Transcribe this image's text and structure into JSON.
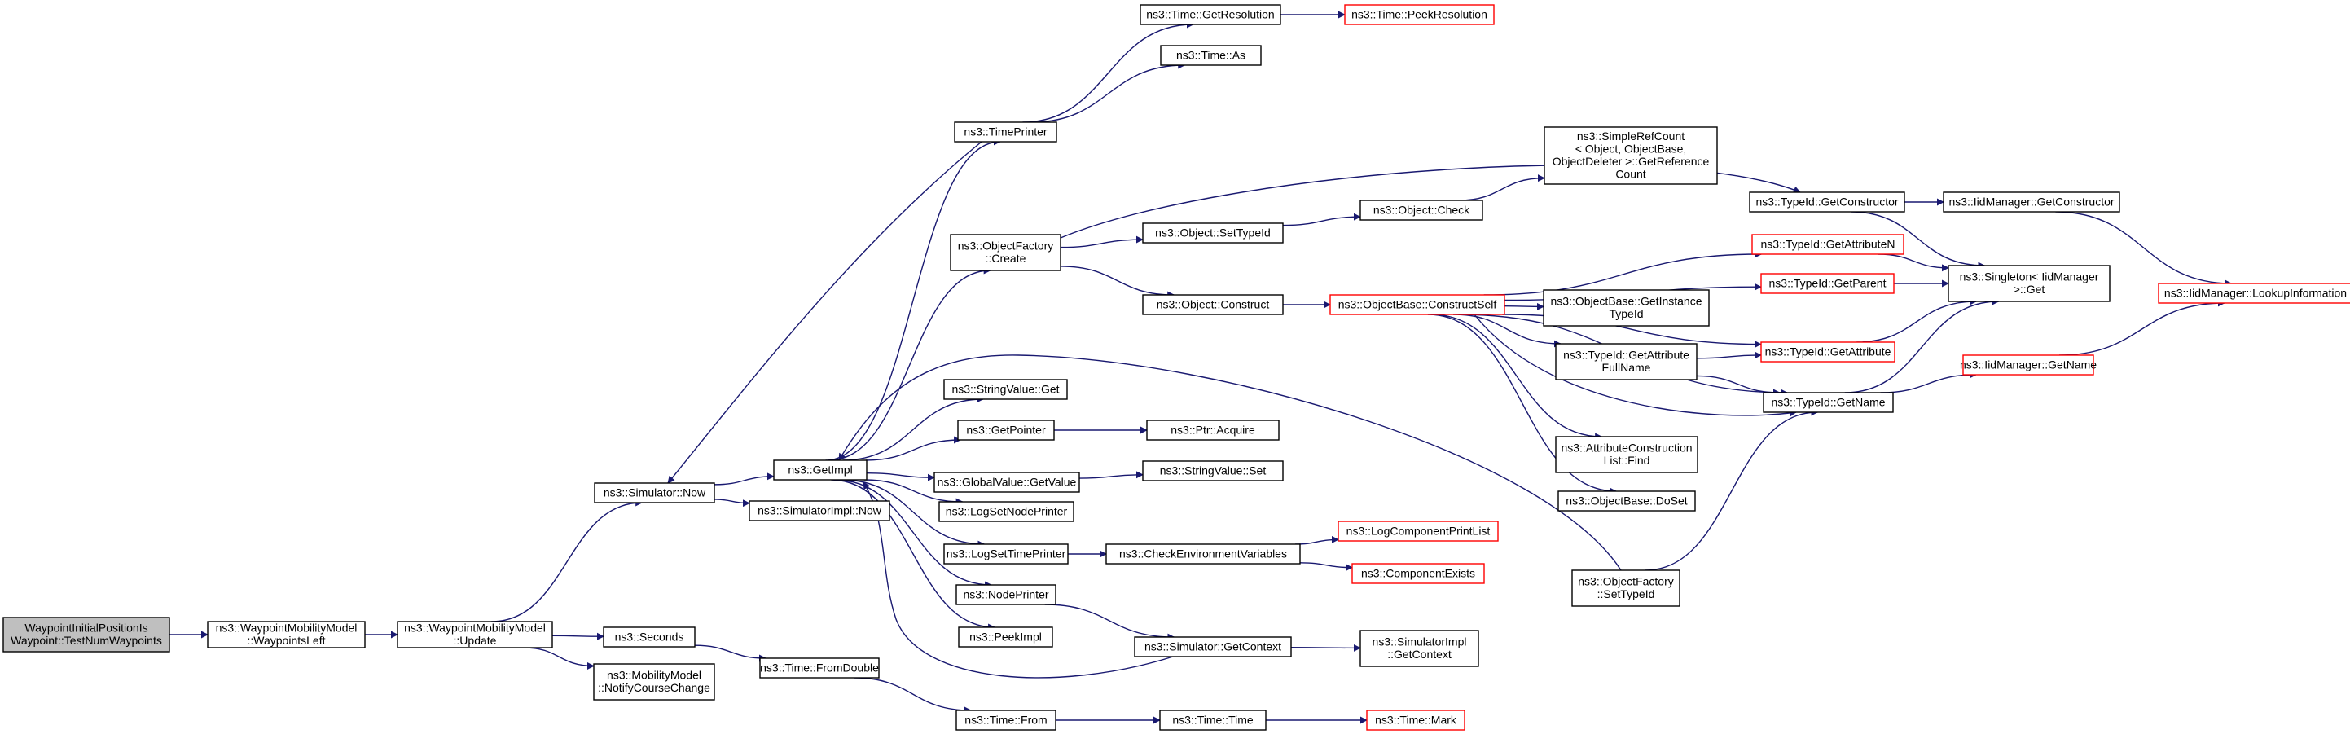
{
  "nodes": [
    {
      "id": "root",
      "lines": [
        "WaypointInitialPositionIs",
        "Waypoint::TestNumWaypoints"
      ],
      "root": true
    },
    {
      "id": "wpleft",
      "lines": [
        "ns3::WaypointMobilityModel",
        "::WaypointsLeft"
      ]
    },
    {
      "id": "update",
      "lines": [
        "ns3::WaypointMobilityModel",
        "::Update"
      ]
    },
    {
      "id": "simnow",
      "lines": [
        "ns3::Simulator::Now"
      ]
    },
    {
      "id": "seconds",
      "lines": [
        "ns3::Seconds"
      ]
    },
    {
      "id": "notify",
      "lines": [
        "ns3::MobilityModel",
        "::NotifyCourseChange"
      ]
    },
    {
      "id": "getimpl",
      "lines": [
        "ns3::GetImpl"
      ]
    },
    {
      "id": "simimplnow",
      "lines": [
        "ns3::SimulatorImpl::Now"
      ]
    },
    {
      "id": "fromdouble",
      "lines": [
        "ns3::Time::FromDouble"
      ]
    },
    {
      "id": "timeprinter",
      "lines": [
        "ns3::TimePrinter"
      ]
    },
    {
      "id": "getres",
      "lines": [
        "ns3::Time::GetResolution"
      ]
    },
    {
      "id": "peekres",
      "lines": [
        "ns3::Time::PeekResolution"
      ],
      "truncated": true
    },
    {
      "id": "timeas",
      "lines": [
        "ns3::Time::As"
      ]
    },
    {
      "id": "ofcreate",
      "lines": [
        "ns3::ObjectFactory",
        "::Create"
      ]
    },
    {
      "id": "stringget",
      "lines": [
        "ns3::StringValue::Get"
      ]
    },
    {
      "id": "getpointer",
      "lines": [
        "ns3::GetPointer"
      ]
    },
    {
      "id": "gvget",
      "lines": [
        "ns3::GlobalValue::GetValue"
      ]
    },
    {
      "id": "logsetnode",
      "lines": [
        "ns3::LogSetNodePrinter"
      ]
    },
    {
      "id": "logsettime",
      "lines": [
        "ns3::LogSetTimePrinter"
      ]
    },
    {
      "id": "nodeprinter",
      "lines": [
        "ns3::NodePrinter"
      ]
    },
    {
      "id": "peekimpl",
      "lines": [
        "ns3::PeekImpl"
      ]
    },
    {
      "id": "timefrom",
      "lines": [
        "ns3::Time::From"
      ]
    },
    {
      "id": "settypeid",
      "lines": [
        "ns3::Object::SetTypeId"
      ]
    },
    {
      "id": "construct",
      "lines": [
        "ns3::Object::Construct"
      ]
    },
    {
      "id": "ptracquire",
      "lines": [
        "ns3::Ptr::Acquire"
      ]
    },
    {
      "id": "stringset",
      "lines": [
        "ns3::StringValue::Set"
      ]
    },
    {
      "id": "checkenv",
      "lines": [
        "ns3::CheckEnvironmentVariables"
      ]
    },
    {
      "id": "simgetctx",
      "lines": [
        "ns3::Simulator::GetContext"
      ]
    },
    {
      "id": "timetime",
      "lines": [
        "ns3::Time::Time"
      ]
    },
    {
      "id": "objcheck",
      "lines": [
        "ns3::Object::Check"
      ]
    },
    {
      "id": "simplerefcount",
      "lines": [
        "ns3::SimpleRefCount",
        "< Object, ObjectBase,",
        "ObjectDeleter >::GetReference",
        "Count"
      ]
    },
    {
      "id": "constructself",
      "lines": [
        "ns3::ObjectBase::ConstructSelf"
      ],
      "truncated": true
    },
    {
      "id": "logcompprint",
      "lines": [
        "ns3::LogComponentPrintList"
      ],
      "truncated": true
    },
    {
      "id": "compexists",
      "lines": [
        "ns3::ComponentExists"
      ],
      "truncated": true
    },
    {
      "id": "simimplctx",
      "lines": [
        "ns3::SimulatorImpl",
        "::GetContext"
      ]
    },
    {
      "id": "timemark",
      "lines": [
        "ns3::Time::Mark"
      ],
      "truncated": true
    },
    {
      "id": "getinsttid",
      "lines": [
        "ns3::ObjectBase::GetInstance",
        "TypeId"
      ]
    },
    {
      "id": "getattrfull",
      "lines": [
        "ns3::TypeId::GetAttribute",
        "FullName"
      ]
    },
    {
      "id": "attrconstr",
      "lines": [
        "ns3::AttributeConstruction",
        "List::Find"
      ]
    },
    {
      "id": "doset",
      "lines": [
        "ns3::ObjectBase::DoSet"
      ]
    },
    {
      "id": "ofsettypeid",
      "lines": [
        "ns3::ObjectFactory",
        "::SetTypeId"
      ]
    },
    {
      "id": "getctor",
      "lines": [
        "ns3::TypeId::GetConstructor"
      ]
    },
    {
      "id": "getattrn",
      "lines": [
        "ns3::TypeId::GetAttributeN"
      ],
      "truncated": true
    },
    {
      "id": "getparent",
      "lines": [
        "ns3::TypeId::GetParent"
      ],
      "truncated": true
    },
    {
      "id": "getattr",
      "lines": [
        "ns3::TypeId::GetAttribute"
      ],
      "truncated": true
    },
    {
      "id": "getname",
      "lines": [
        "ns3::TypeId::GetName"
      ]
    },
    {
      "id": "iidgetctor",
      "lines": [
        "ns3::IidManager::GetConstructor"
      ]
    },
    {
      "id": "singleton",
      "lines": [
        "ns3::Singleton< IidManager",
        ">::Get"
      ]
    },
    {
      "id": "iidgetname",
      "lines": [
        "ns3::IidManager::GetName"
      ],
      "truncated": true
    },
    {
      "id": "lookup",
      "lines": [
        "ns3::IidManager::LookupInformation"
      ],
      "truncated": true
    }
  ]
}
